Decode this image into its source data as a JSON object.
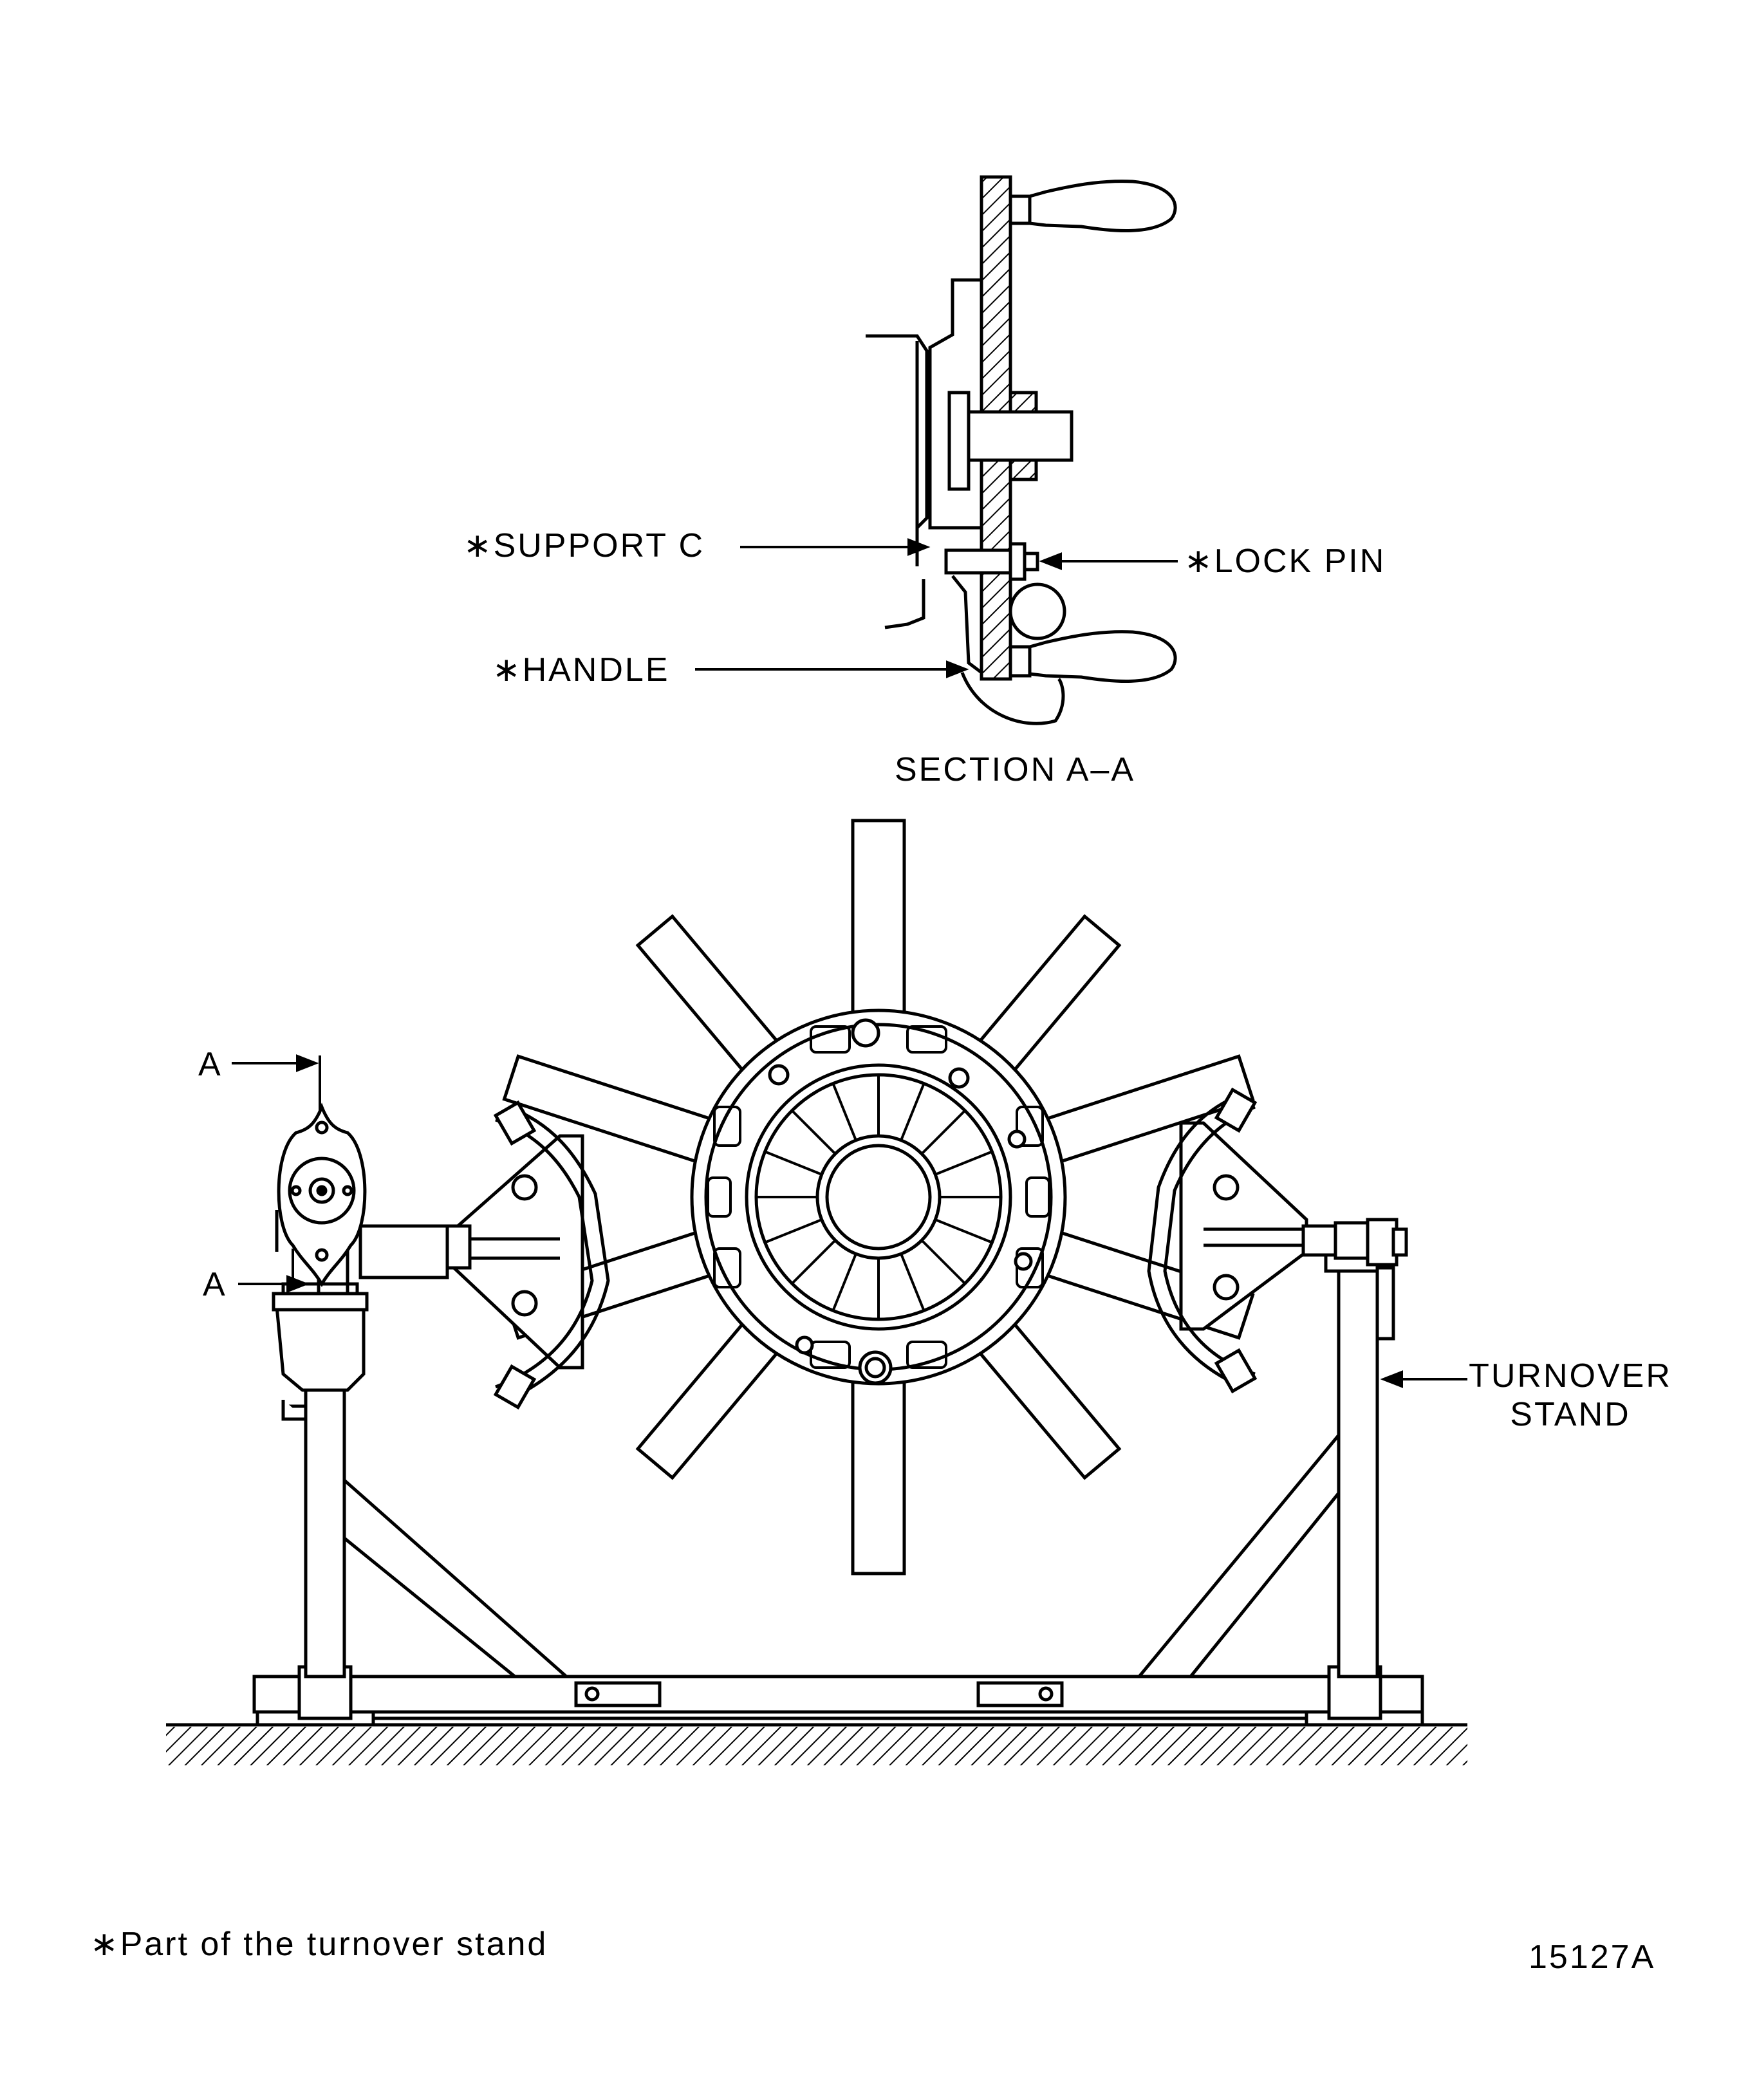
{
  "section_view": {
    "support_label": "∗SUPPORT  C",
    "lock_pin_label": "∗LOCK  PIN",
    "handle_label": "∗HANDLE",
    "title": "SECTION  A–A"
  },
  "main_view": {
    "section_mark_top": "A",
    "section_mark_bottom": "A",
    "stand_label_line1": "TURNOVER",
    "stand_label_line2": "STAND"
  },
  "footnote": "∗Part  of  the  turnover  stand",
  "figure_number": "15127A"
}
